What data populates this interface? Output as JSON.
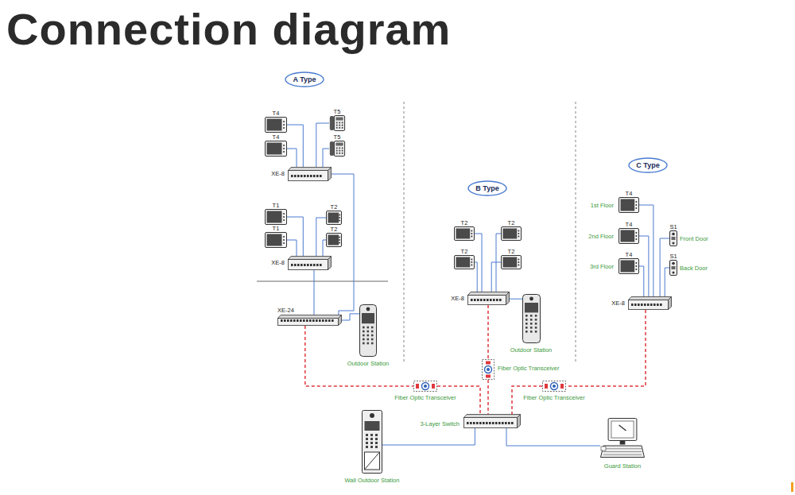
{
  "diagram": {
    "title": "Connection diagram",
    "nodes": [
      {
        "text": [
          "A Type"
        ]
      },
      {
        "text": [
          "T4"
        ]
      },
      {
        "text": [
          "T4"
        ]
      },
      {
        "text": [
          "T5"
        ]
      },
      {
        "text": [
          "T5"
        ]
      },
      {
        "text": [
          "XE-8"
        ]
      },
      {
        "text": [
          "T1"
        ]
      },
      {
        "text": [
          "T1"
        ]
      },
      {
        "text": [
          "T2"
        ]
      },
      {
        "text": [
          "T2"
        ]
      },
      {
        "text": [
          "XE-8"
        ]
      },
      {
        "text": [
          "XE-24"
        ]
      },
      {
        "text": [
          "Outdoor Station"
        ]
      },
      {
        "text": [
          "B Type"
        ]
      },
      {
        "text": [
          "T2"
        ]
      },
      {
        "text": [
          "T2"
        ]
      },
      {
        "text": [
          "T2"
        ]
      },
      {
        "text": [
          "T2"
        ]
      },
      {
        "text": [
          "XE-8"
        ]
      },
      {
        "text": [
          "Outdoor Station"
        ]
      },
      {
        "text": [
          "C Type"
        ]
      },
      {
        "text": [
          "T4",
          "1st Floor"
        ]
      },
      {
        "text": [
          "T4",
          "2nd Floor"
        ]
      },
      {
        "text": [
          "T4",
          "3rd Floor"
        ]
      },
      {
        "text": [
          "S1",
          "Front Door"
        ]
      },
      {
        "text": [
          "S1",
          "Back Door"
        ]
      },
      {
        "text": [
          "XE-8"
        ]
      },
      {
        "text": [
          "Fiber Optic Transceiver"
        ]
      },
      {
        "text": [
          "Fiber Optic Transceiver"
        ]
      },
      {
        "text": [
          "Fiber Optic Transceiver"
        ]
      },
      {
        "text": [
          "3-Layer Switch"
        ]
      },
      {
        "text": [
          "Wall Outdoor Station"
        ]
      },
      {
        "text": [
          "Guard Station"
        ]
      }
    ],
    "edges": [
      {
        "from": 1,
        "to": 5,
        "arrow": "none"
      },
      {
        "from": 2,
        "to": 5,
        "arrow": "none"
      },
      {
        "from": 3,
        "to": 5,
        "arrow": "none"
      },
      {
        "from": 4,
        "to": 5,
        "arrow": "none"
      },
      {
        "from": 6,
        "to": 10,
        "arrow": "none"
      },
      {
        "from": 7,
        "to": 10,
        "arrow": "none"
      },
      {
        "from": 8,
        "to": 10,
        "arrow": "none"
      },
      {
        "from": 9,
        "to": 10,
        "arrow": "none"
      },
      {
        "from": 5,
        "to": 11,
        "arrow": "none"
      },
      {
        "from": 10,
        "to": 11,
        "arrow": "none"
      },
      {
        "from": 12,
        "to": 11,
        "arrow": "none"
      },
      {
        "from": 14,
        "to": 18,
        "arrow": "none"
      },
      {
        "from": 15,
        "to": 18,
        "arrow": "none"
      },
      {
        "from": 16,
        "to": 18,
        "arrow": "none"
      },
      {
        "from": 17,
        "to": 18,
        "arrow": "none"
      },
      {
        "from": 19,
        "to": 18,
        "arrow": "none"
      },
      {
        "from": 21,
        "to": 26,
        "arrow": "none"
      },
      {
        "from": 22,
        "to": 26,
        "arrow": "none"
      },
      {
        "from": 23,
        "to": 26,
        "arrow": "none"
      },
      {
        "from": 24,
        "to": 26,
        "arrow": "none"
      },
      {
        "from": 25,
        "to": 26,
        "arrow": "none"
      },
      {
        "from": 11,
        "to": 27,
        "arrow": "none"
      },
      {
        "from": 27,
        "to": 30,
        "arrow": "none"
      },
      {
        "from": 18,
        "to": 28,
        "arrow": "none"
      },
      {
        "from": 28,
        "to": 30,
        "arrow": "none"
      },
      {
        "from": 26,
        "to": 29,
        "arrow": "none"
      },
      {
        "from": 29,
        "to": 30,
        "arrow": "none"
      },
      {
        "from": 31,
        "to": 30,
        "arrow": "none"
      },
      {
        "from": 32,
        "to": 30,
        "arrow": "none"
      }
    ]
  }
}
